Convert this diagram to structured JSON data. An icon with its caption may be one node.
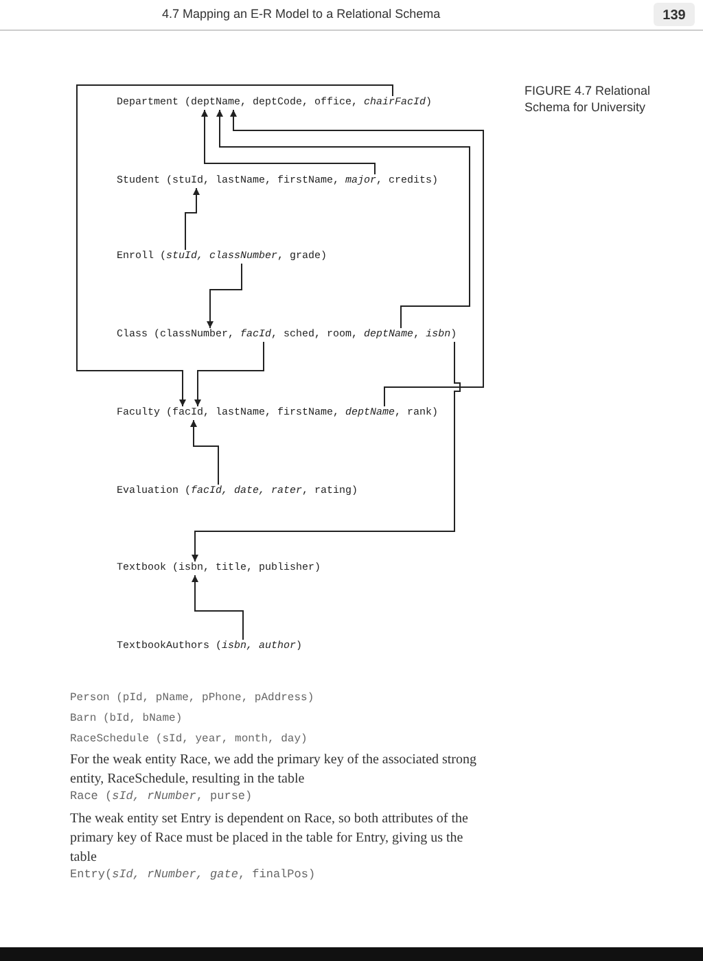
{
  "diagram": {
    "caption": "FIGURE 4.7 Relational Schema for University",
    "nodes": [
      {
        "text": [
          "Department (deptName, deptCode, office, *chairFacId*)"
        ]
      },
      {
        "text": [
          "Student (stuId, lastName, firstName, *major*, credits)"
        ]
      },
      {
        "text": [
          "Enroll (*stuId, classNumber*, grade)"
        ]
      },
      {
        "text": [
          "Class (classNumber, *facId*, sched, room, *deptName*, *isbn*)"
        ]
      },
      {
        "text": [
          "Faculty (facId, lastName, firstName, *deptName*, rank)"
        ]
      },
      {
        "text": [
          "Evaluation (*facId, date, rater*, rating)"
        ]
      },
      {
        "text": [
          "Textbook (isbn, title, publisher)"
        ]
      },
      {
        "text": [
          "TextbookAuthors (*isbn, author*)"
        ]
      }
    ],
    "edges": [
      {
        "from": 0,
        "to": 4,
        "arrow": "to"
      },
      {
        "from": 1,
        "to": 0,
        "arrow": "to"
      },
      {
        "from": 3,
        "to": 0,
        "arrow": "to"
      },
      {
        "from": 4,
        "to": 0,
        "arrow": "to"
      },
      {
        "from": 2,
        "to": 1,
        "arrow": "to"
      },
      {
        "from": 2,
        "to": 3,
        "arrow": "to"
      },
      {
        "from": 3,
        "to": 4,
        "arrow": "to"
      },
      {
        "from": 5,
        "to": 4,
        "arrow": "to"
      },
      {
        "from": 3,
        "to": 6,
        "arrow": "to"
      },
      {
        "from": 7,
        "to": 6,
        "arrow": "to"
      }
    ],
    "labels": [
      "4.7 Mapping an E-R Model to a Relational Schema",
      "139",
      "Person (pId, pName, pPhone, pAddress)",
      "Barn (bId, bName)",
      "RaceSchedule (sId, year, month, day)",
      "For the weak entity Race, we add the primary key of the associated strong entity, RaceSchedule, resulting in the table",
      "Race (*sId, rNumber*, purse)",
      "The weak entity set Entry is dependent on Race, so both attributes of the primary key of Race must be placed in the table for Entry, giving us the table",
      "Entry(*sId, rNumber, gate*, finalPos)"
    ]
  }
}
